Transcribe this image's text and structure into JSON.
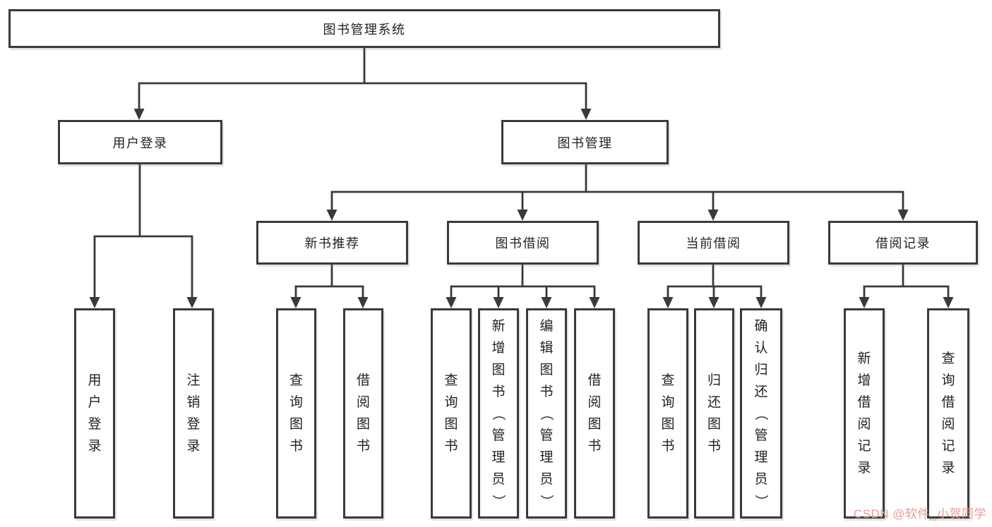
{
  "title": {
    "label": "图书管理系统"
  },
  "level2": [
    {
      "label": "用户登录"
    },
    {
      "label": "图书管理"
    }
  ],
  "level3": [
    {
      "label": "新书推荐"
    },
    {
      "label": "图书借阅"
    },
    {
      "label": "当前借阅"
    },
    {
      "label": "借阅记录"
    }
  ],
  "leaves": [
    {
      "label": "用户登录",
      "parent": "用户登录"
    },
    {
      "label": "注销登录",
      "parent": "用户登录"
    },
    {
      "label": "查询图书",
      "parent": "新书推荐"
    },
    {
      "label": "借阅图书",
      "parent": "新书推荐"
    },
    {
      "label": "查询图书",
      "parent": "图书借阅"
    },
    {
      "label": "新增图书（管理员）",
      "parent": "图书借阅"
    },
    {
      "label": "编辑图书（管理员）",
      "parent": "图书借阅"
    },
    {
      "label": "借阅图书",
      "parent": "图书借阅"
    },
    {
      "label": "查询图书",
      "parent": "当前借阅"
    },
    {
      "label": "归还图书",
      "parent": "当前借阅"
    },
    {
      "label": "确认归还（管理员）",
      "parent": "当前借阅"
    },
    {
      "label": "新增借阅记录",
      "parent": "借阅记录"
    },
    {
      "label": "查询借阅记录",
      "parent": "借阅记录"
    }
  ],
  "watermark": {
    "text": "CSDN @软件_小贺同学"
  },
  "colors": {
    "line": "#3a3a3a",
    "text": "#222222",
    "background": "#ffffff",
    "watermark": "#e89c9c"
  }
}
